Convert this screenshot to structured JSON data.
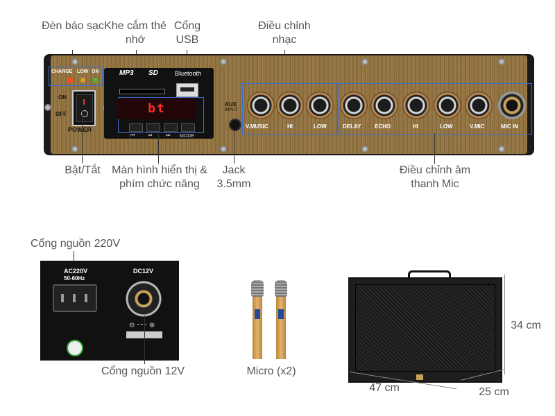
{
  "labels": {
    "charge_light": "Đèn báo sạc",
    "card_slot": "Khe cắm thẻ nhớ",
    "usb_port": "Cổng USB",
    "music_adjust": "Điều chỉnh nhạc",
    "on_off": "Bật/Tắt",
    "display_keys": "Màn hình hiển thị & phím chức năng",
    "jack": "Jack 3.5mm",
    "mic_adjust": "Điều chỉnh âm thanh Mic",
    "power220": "Cổng nguồn 220V",
    "power12": "Cổng nguồn 12V",
    "micro": "Micro (x2)",
    "width": "47 cm",
    "height": "34 cm",
    "depth": "25 cm"
  },
  "panel": {
    "leds": [
      "CHARGE",
      "LOW",
      "ON"
    ],
    "led_colors": [
      "#ff4a1a",
      "#e0a020",
      "#39c72a"
    ],
    "on": "ON",
    "off": "OFF",
    "power": "POWER",
    "mp3": "MP3",
    "sd": "SD",
    "bluetooth": "Bluetooth",
    "display_text": "bt",
    "mode": "MODE",
    "aux": "AUX",
    "input": "INPUT",
    "music_knobs": [
      "V.MUSIC",
      "HI",
      "LOW"
    ],
    "mic_knobs": [
      "DELAY",
      "ECHO",
      "HI",
      "LOW",
      "V.MIC"
    ],
    "mic_in": "MIC IN"
  },
  "power_panel": {
    "ac": "AC220V",
    "hz": "50-60Hz",
    "dc": "DC12V"
  },
  "colors": {
    "accent_line": "#3a6fd0",
    "brass": "#8c6e3f",
    "label_text": "#555555"
  }
}
